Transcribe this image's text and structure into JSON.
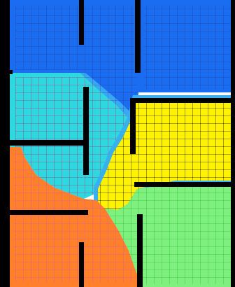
{
  "colors": {
    "border": "#000000",
    "blue_region": "#1a6cf0",
    "blue_mesh": "#2c3a9a",
    "blue_halo": "#39a8f2",
    "cyan_region": "#2fd8e0",
    "cyan_mesh": "#b0306a",
    "yellow_region": "#fff200",
    "yellow_mesh": "#000000",
    "yellow_halo": "#38b0f0",
    "orange_region": "#ff7f2a",
    "orange_mesh": "#cc5cb0",
    "green_region": "#7ff07f",
    "green_mesh": "#22c022",
    "wall": "#000000"
  },
  "regions": [
    {
      "id": "blue",
      "color_key": "blue_region",
      "mesh_key": "blue_mesh"
    },
    {
      "id": "cyan",
      "color_key": "cyan_region",
      "mesh_key": "cyan_mesh"
    },
    {
      "id": "yellow",
      "color_key": "yellow_region",
      "mesh_key": "yellow_mesh"
    },
    {
      "id": "orange",
      "color_key": "orange_region",
      "mesh_key": "orange_mesh"
    },
    {
      "id": "green",
      "color_key": "green_region",
      "mesh_key": "green_mesh"
    }
  ]
}
